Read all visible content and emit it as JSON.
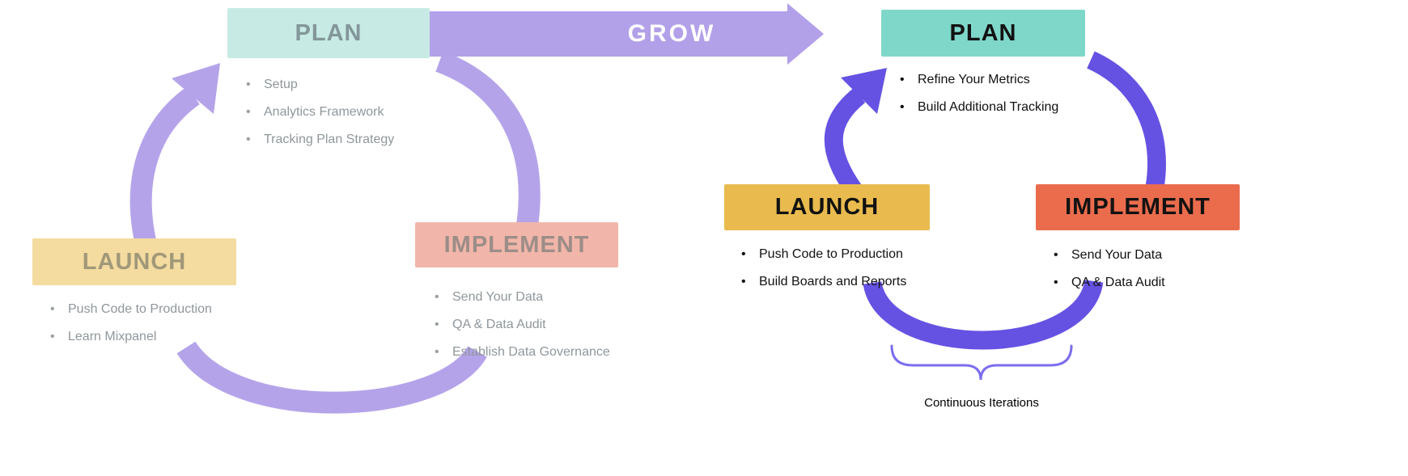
{
  "diagram": {
    "left_cycle": {
      "plan": {
        "label": "PLAN",
        "bullets": [
          "Setup",
          "Analytics Framework",
          "Tracking Plan Strategy"
        ]
      },
      "implement": {
        "label": "IMPLEMENT",
        "bullets": [
          "Send Your Data",
          "QA & Data Audit",
          "Establish Data Governance"
        ]
      },
      "launch": {
        "label": "LAUNCH",
        "bullets": [
          "Push Code to Production",
          "Learn Mixpanel"
        ]
      }
    },
    "grow": {
      "label": "GROW"
    },
    "right_cycle": {
      "plan": {
        "label": "PLAN",
        "bullets": [
          "Refine Your Metrics",
          "Build Additional Tracking"
        ]
      },
      "launch": {
        "label": "LAUNCH",
        "bullets": [
          "Push Code to Production",
          "Build Boards and Reports"
        ]
      },
      "implement": {
        "label": "IMPLEMENT",
        "bullets": [
          "Send Your Data",
          "QA & Data Audit"
        ]
      },
      "caption": "Continuous Iterations"
    },
    "colors": {
      "left_plan_bg": "#c7ebe4",
      "left_implement_bg": "#f1b6a9",
      "left_launch_bg": "#f4db9f",
      "left_arrow": "#b5a3ea",
      "grow_arrow": "#b2a0e9",
      "right_plan_bg": "#7fd7ca",
      "right_launch_bg": "#e9bb4e",
      "right_implement_bg": "#ea6c4d",
      "right_arrow": "#6552e3",
      "brace": "#7b6df0"
    }
  }
}
